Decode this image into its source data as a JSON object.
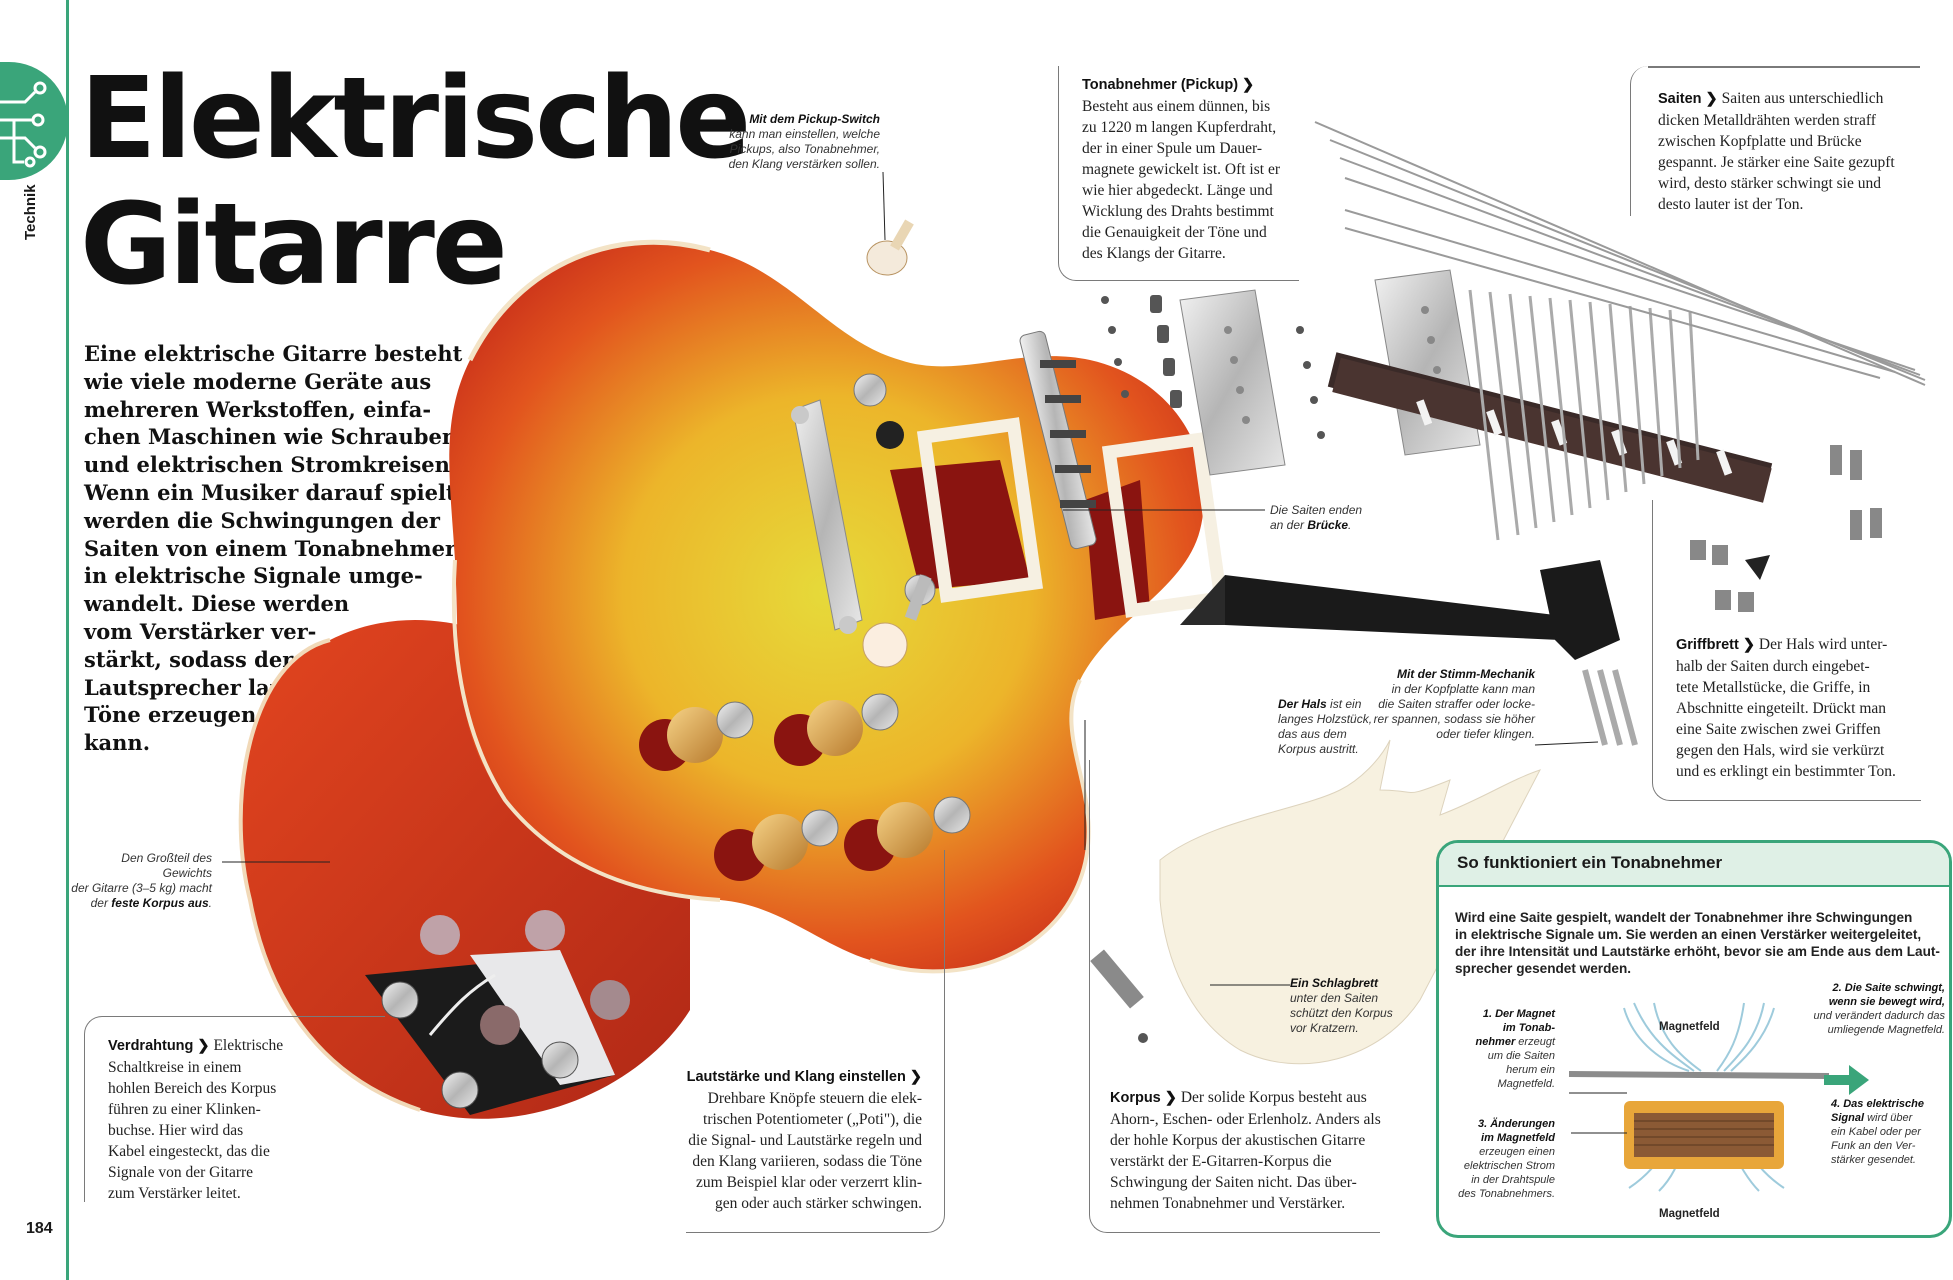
{
  "section": "Technik",
  "page_number": "184",
  "title": [
    "Elektrische",
    "Gitarre"
  ],
  "intro": "Eine elektrische Gitarre besteht wie viele moderne Geräte aus mehreren Werkstoffen, einfachen Maschinen wie Schrauben und elektrischen Stromkreisen. Wenn ein Musiker darauf spielt, werden die Schwingungen der Saiten von einem Tonabnehmer in elektrische Signale umgewandelt. Diese werden vom Verstärker verstärkt, sodass der Lautsprecher laute Töne erzeugen kann.",
  "intro_lines": [
    "Eine elektrische Gitarre besteht",
    "wie viele moderne Geräte aus",
    "mehreren Werkstoffen, einfa-",
    "chen Maschinen wie Schrauben",
    "und elektrischen Stromkreisen.",
    "Wenn ein Musiker darauf spielt,",
    "werden die Schwingungen der",
    "Saiten von einem Tonabnehmer",
    "in elektrische Signale umge-",
    "wandelt. Diese werden",
    "vom Verstärker ver-",
    "stärkt, sodass der",
    "Lautsprecher laute",
    "Töne erzeugen",
    "kann."
  ],
  "captions": {
    "pickup_switch": {
      "bold": "Mit dem Pickup-Switch",
      "lines": [
        "kann man einstellen, welche",
        "Pickups, also Tonabnehmer,",
        "den Klang verstärken sollen."
      ]
    },
    "bridge": {
      "pre": "Die Saiten enden",
      "mid": "an der ",
      "bold": "Brücke",
      "post": "."
    },
    "neck": {
      "bold": "Der Hals",
      "lines": [
        " ist ein",
        "langes Holzstück,",
        "das aus dem",
        "Korpus austritt."
      ]
    },
    "tuner": {
      "bold": "Mit der Stimm-Mechanik",
      "lines": [
        "in der Kopfplatte kann man",
        "die Saiten straffer oder locke-",
        "rer spannen, sodass sie höher",
        "oder tiefer klingen."
      ]
    },
    "weight": {
      "lines": [
        "Den Großteil des Gewichts",
        "der Gitarre (3–5 kg) macht",
        "der "
      ],
      "bold": "feste Korpus aus",
      "post": "."
    },
    "pickguard": {
      "bold": "Ein Schlagbrett",
      "lines": [
        "unter den Saiten",
        "schützt den Korpus",
        "vor Kratzern."
      ]
    }
  },
  "boxes": {
    "pickup": {
      "heading": "Tonabnehmer (Pickup)",
      "lines": [
        "Besteht aus einem dünnen, bis",
        "zu 1220 m langen Kupferdraht,",
        "der in einer Spule um Dauer-",
        "magnete gewickelt ist. Oft ist er",
        "wie hier abgedeckt. Länge und",
        "Wicklung des Drahts bestimmt",
        "die Genauigkeit der Töne und",
        "des Klangs der Gitarre."
      ]
    },
    "strings": {
      "heading": "Saiten",
      "lines_first": " Saiten aus unterschiedlich",
      "lines": [
        "dicken Metalldrähten werden straff",
        "zwischen Kopfplatte und Brücke",
        "gespannt. Je stärker eine Saite gezupft",
        "wird, desto stärker schwingt sie und",
        "desto lauter ist der Ton."
      ]
    },
    "fretboard": {
      "heading": "Griffbrett",
      "lines_first": " Der Hals wird unter-",
      "lines": [
        "halb der Saiten durch eingebet-",
        "tete Metallstücke, die Griffe, in",
        "Abschnitte eingeteilt. Drückt man",
        "eine Saite zwischen zwei Griffen",
        "gegen den Hals, wird sie verkürzt",
        "und es erklingt ein bestimmter Ton."
      ]
    },
    "wiring": {
      "heading": "Verdrahtung",
      "lines_first": " Elektrische",
      "lines": [
        "Schaltkreise in einem",
        "hohlen Bereich des Korpus",
        "führen zu einer Klinken-",
        "buchse. Hier wird das",
        "Kabel eingesteckt, das die",
        "Signale von der Gitarre",
        "zum Verstärker leitet."
      ]
    },
    "volume": {
      "heading": "Lautstärke und Klang einstellen",
      "lines": [
        "Drehbare Knöpfe steuern die elek-",
        "trischen Potentiometer („Poti\"), die",
        "die Signal- und Lautstärke regeln und",
        "den Klang variieren, sodass die Töne",
        "zum Beispiel klar oder verzerrt klin-",
        "gen oder auch stärker schwingen."
      ]
    },
    "body": {
      "heading": "Korpus",
      "lines_first": " Der solide Korpus besteht aus",
      "lines": [
        "Ahorn-, Eschen- oder Erlenholz. Anders als",
        "der hohle Korpus der akustischen Gitarre",
        "verstärkt der E-Gitarren-Korpus die",
        "Schwingung der Saiten nicht. Das über-",
        "nehmen Tonabnehmer und Verstärker."
      ]
    }
  },
  "pickup_panel": {
    "heading": "So funktioniert ein Tonabnehmer",
    "lines": [
      "Wird eine Saite gespielt, wandelt der Tonabnehmer ihre Schwingungen",
      "in elektrische Signale um. Sie werden an einen Verstärker weitergeleitet,",
      "der ihre Intensität und Lautstärke erhöht, bevor sie am Ende aus dem Laut-",
      "sprecher gesendet werden."
    ],
    "field_top": "Magnetfeld",
    "field_bottom": "Magnetfeld",
    "step1": {
      "bold": [
        "1. Der Magnet",
        "im Tonab-",
        "nehmer"
      ],
      "rest": [
        " erzeugt",
        "um die Saiten",
        "herum ein",
        "Magnetfeld."
      ]
    },
    "step2": {
      "bold": [
        "2. Die Saite schwingt,",
        "wenn sie bewegt wird,"
      ],
      "rest": [
        "und verändert dadurch das",
        "umliegende Magnetfeld."
      ]
    },
    "step3": {
      "bold": [
        "3. Änderungen",
        "im Magnetfeld"
      ],
      "rest": [
        "erzeugen einen",
        "elektrischen Strom",
        "in der Drahtspule",
        "des Tonabnehmers."
      ]
    },
    "step4": {
      "bold": [
        "4. Das elektrische",
        "Signal"
      ],
      "rest": [
        " wird über",
        "ein Kabel oder per",
        "Funk an den Ver-",
        "stärker gesendet."
      ]
    }
  },
  "colors": {
    "accent": "#3aa57a",
    "panel_head": "#dff0e6",
    "body_red": "#d8361d",
    "body_yellow": "#e9d02f"
  }
}
